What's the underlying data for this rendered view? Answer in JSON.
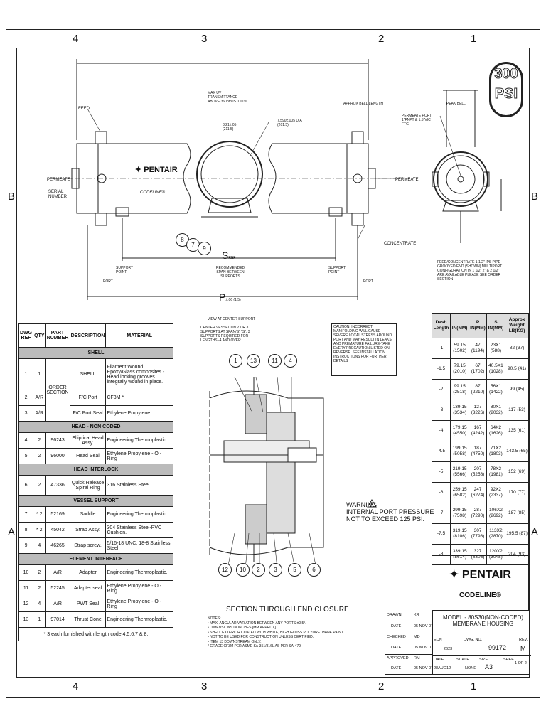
{
  "zones": {
    "top": [
      "4",
      "3",
      "2",
      "1"
    ],
    "bottom": [
      "4",
      "3",
      "2",
      "1"
    ],
    "left": [
      "B",
      "A"
    ],
    "right": [
      "B",
      "A"
    ]
  },
  "psi_badge": {
    "line1": "300",
    "line2": "PSI"
  },
  "brand": {
    "logo": "PENTAIR",
    "sub": "CODELINE®"
  },
  "callouts": {
    "feed": "FEED",
    "permeate_left": "PERMEATE",
    "permeate_right": "PERMEATE",
    "serial": "SERIAL NUMBER",
    "max_uv": "MAX UV TRANSMITTANCE ABOVE 360nm IS 0.01%",
    "approx_bell": "APPROX BELL LENGTH",
    "dim_dia": "7.590±.005 DIA (201.5)",
    "dim_821": "8.21±.05 (211.5)",
    "peak_bell": "PEAK BELL",
    "permeate_port": "PERMEATE PORT 1\"FNPT & 1.5\"VIC FTG",
    "concentrate": "CONCENTRATE",
    "support_left": "SUPPORT POINT",
    "support_right": "SUPPORT POINT",
    "recommended_span": "RECOMMENDED SPAN BETWEEN SUPPORTS",
    "port_left": "PORT",
    "port_right": "PORT",
    "s_ref": "S",
    "s_sub": "REF",
    "p_ref": "P",
    "p_sub": "±.06 (1.5)",
    "feed_conc": "FEED/CONCENTRATE 1 1/2\" IPS PIPE GROOVED END (SHOWN) MULTIPORT CONFIGURATION IN 1 1/2\" 2\" & 2 1/2\" ARE AVAILABLE PLEASE SEE ORDER SECTION",
    "view_center": "VIEW AT CENTER SUPPORT",
    "center_support": "CENTER VESSEL ON 2 OR 3 SUPPORTS AT SPAN(S) \"S\", 3 SUPPORTS REQUIRED FOR LENGTHS -4 AND OVER"
  },
  "caution": "CAUTION: INCORRECT MANIFOLDING WILL CAUSE SEVERE LOCAL STRESS AROUND PORT AND MAY RESULT IN LEAKS AND PREMATURE FAILURE-TAKE EVERY PRECAUTION LISTED ON REVERSE. SEE INSTALLATION INSTRUCTIONS FOR FURTHER DETAILS",
  "warning": {
    "title": "WARNING",
    "line1": "INTERNAL PORT PRESSURE",
    "line2": "NOT TO EXCEED 125 PSI."
  },
  "section_title": "SECTION THROUGH END CLOSURE",
  "bubbles_top": [
    "1",
    "13",
    "11",
    "4"
  ],
  "bubbles_bottom": [
    "12",
    "10",
    "2",
    "3",
    "5",
    "6"
  ],
  "bubbles_main": [
    "8",
    "7",
    "9"
  ],
  "notes": {
    "title": "NOTES:",
    "lines": [
      "• MAX. ANGULAR VARIATION BETWEEN ANY PORTS ±0.5°.",
      "• DIMENSIONS IN INCHES [MM APPROX]",
      "• SHELL EXTERIOR COATED WITH WHITE, HIGH GLOSS POLYURETHANE PAINT.",
      "• NOT TO BE USED FOR CONSTRUCTION UNLESS CERTIFIED.",
      "• ITEM 13 DOWNSTREAM ONLY.",
      "* GRADE CF3M PER ASME SA-351/316L AS PER SA-479."
    ]
  },
  "parts": {
    "headers": [
      "DWG REF",
      "QTY",
      "PART NUMBER",
      "DESCRIPTION",
      "MATERIAL"
    ],
    "sections": [
      {
        "title": "SHELL",
        "rows": [
          [
            "1",
            "1",
            "ORDER SECTION",
            "SHELL",
            "Filament Wound Epoxy/Glass composites - Head locking grooves integrally wound in place."
          ],
          [
            "2",
            "A/R",
            "",
            "F/C Port",
            "CF3M *"
          ],
          [
            "3",
            "A/R",
            "",
            "F/C Port Seal",
            "Ethylene Propylene ."
          ]
        ]
      },
      {
        "title": "HEAD - NON CODED",
        "rows": [
          [
            "4",
            "2",
            "96243",
            "Elliptical Head Assy.",
            "Engineering Thermoplastic."
          ],
          [
            "5",
            "2",
            "96000",
            "Head Seal",
            "Ethylene Propylene - O - Ring"
          ]
        ]
      },
      {
        "title": "HEAD INTERLOCK",
        "rows": [
          [
            "6",
            "2",
            "47336",
            "Quick Release Spiral Ring",
            "316 Stainless Steel."
          ]
        ]
      },
      {
        "title": "VESSEL SUPPORT",
        "rows": [
          [
            "7",
            "* 2",
            "52169",
            "Saddle",
            "Engineering Thermoplastic."
          ],
          [
            "8",
            "* 2",
            "45042",
            "Strap Assy.",
            "304 Stainless Steel-PVC Cushion."
          ],
          [
            "9",
            "4",
            "46265",
            "Strap screw.",
            "5/16-18 UNC, 18-8 Stainless Steel."
          ]
        ]
      },
      {
        "title": "ELEMENT INTERFACE",
        "rows": [
          [
            "10",
            "2",
            "A/R",
            "Adapter",
            "Engineering Thermoplastic."
          ],
          [
            "11",
            "2",
            "52245",
            "Adapter seal",
            "Ethylene Propylene - O - Ring"
          ],
          [
            "12",
            "4",
            "A/R",
            "PWT Seal",
            "Ethylene Propylene - O - Ring"
          ],
          [
            "13",
            "1",
            "97014",
            "Thrust Cone",
            "Engineering Thermoplastic."
          ]
        ]
      }
    ],
    "footnote": "* 3 each furnished with length code 4,5,6,7 & 8."
  },
  "dash_table": {
    "headers": [
      "Dash Length",
      "L IN(MM)",
      "P IN(MM)",
      "S IN(MM)",
      "Approx Weight LB(KG)"
    ],
    "rows": [
      [
        "-1",
        "59.15 (1502)",
        "47 (1194)",
        "23X1 (588)",
        "82 (37)"
      ],
      [
        "-1.5",
        "79.15 (2010)",
        "67 (1702)",
        "40.5X1 (1028)",
        "90.5 (41)"
      ],
      [
        "-2",
        "99.15 (2518)",
        "87 (2210)",
        "56X1 (1422)",
        "99 (45)"
      ],
      [
        "-3",
        "139.15 (3534)",
        "127 (3226)",
        "80X1 (2032)",
        "117 (53)"
      ],
      [
        "-4",
        "179.15 (4550)",
        "167 (4242)",
        "64X2 (1626)",
        "135 (61)"
      ],
      [
        "-4.5",
        "199.15 (5058)",
        "187 (4750)",
        "71X2 (1803)",
        "143.5 (65)"
      ],
      [
        "-5",
        "219.15 (5566)",
        "207 (5258)",
        "78X2 (1981)",
        "152 (69)"
      ],
      [
        "-6",
        "259.15 (6582)",
        "247 (6274)",
        "92X2 (2337)",
        "170 (77)"
      ],
      [
        "-7",
        "299.15 (7598)",
        "287 (7290)",
        "106X2 (2692)",
        "187 (85)"
      ],
      [
        "-7.5",
        "319.15 (8106)",
        "307 (7798)",
        "113X2 (2870)",
        "195.5 (87)"
      ],
      [
        "-8",
        "339.15 (8614)",
        "327 (8306)",
        "120X2 (3048)",
        "204 (93)"
      ]
    ]
  },
  "title_block": {
    "logo": "PENTAIR",
    "sub": "CODELINE®",
    "drawn_label": "DRAWN",
    "drawn_val": "KR",
    "date1_label": "DATE",
    "date1_val": "05 NOV 07",
    "checked_label": "CHECKED",
    "checked_val": "MD",
    "date2_label": "DATE",
    "date2_val": "05 NOV 07",
    "approved_label": "APPROVED",
    "approved_val": "RM",
    "date3_label": "DATE",
    "date3_val": "05 NOV 07",
    "model_line1": "MODEL - 80S30(NON-CODED)",
    "model_line2": "MEMBRANE HOUSING",
    "ecn_label": "ECN",
    "ecn_val": "2623",
    "dwg_label": "DWG. NO.",
    "dwg_val": "99172",
    "rev_label": "REV.",
    "rev_val": "M",
    "date4_label": "DATE",
    "date4_val": "28AUG12",
    "scale_label": "SCALE",
    "scale_val": "NONE",
    "size_label": "SIZE",
    "size_val": "A3",
    "sheet_label": "SHEET",
    "sheet_val": "1 OF 2"
  }
}
